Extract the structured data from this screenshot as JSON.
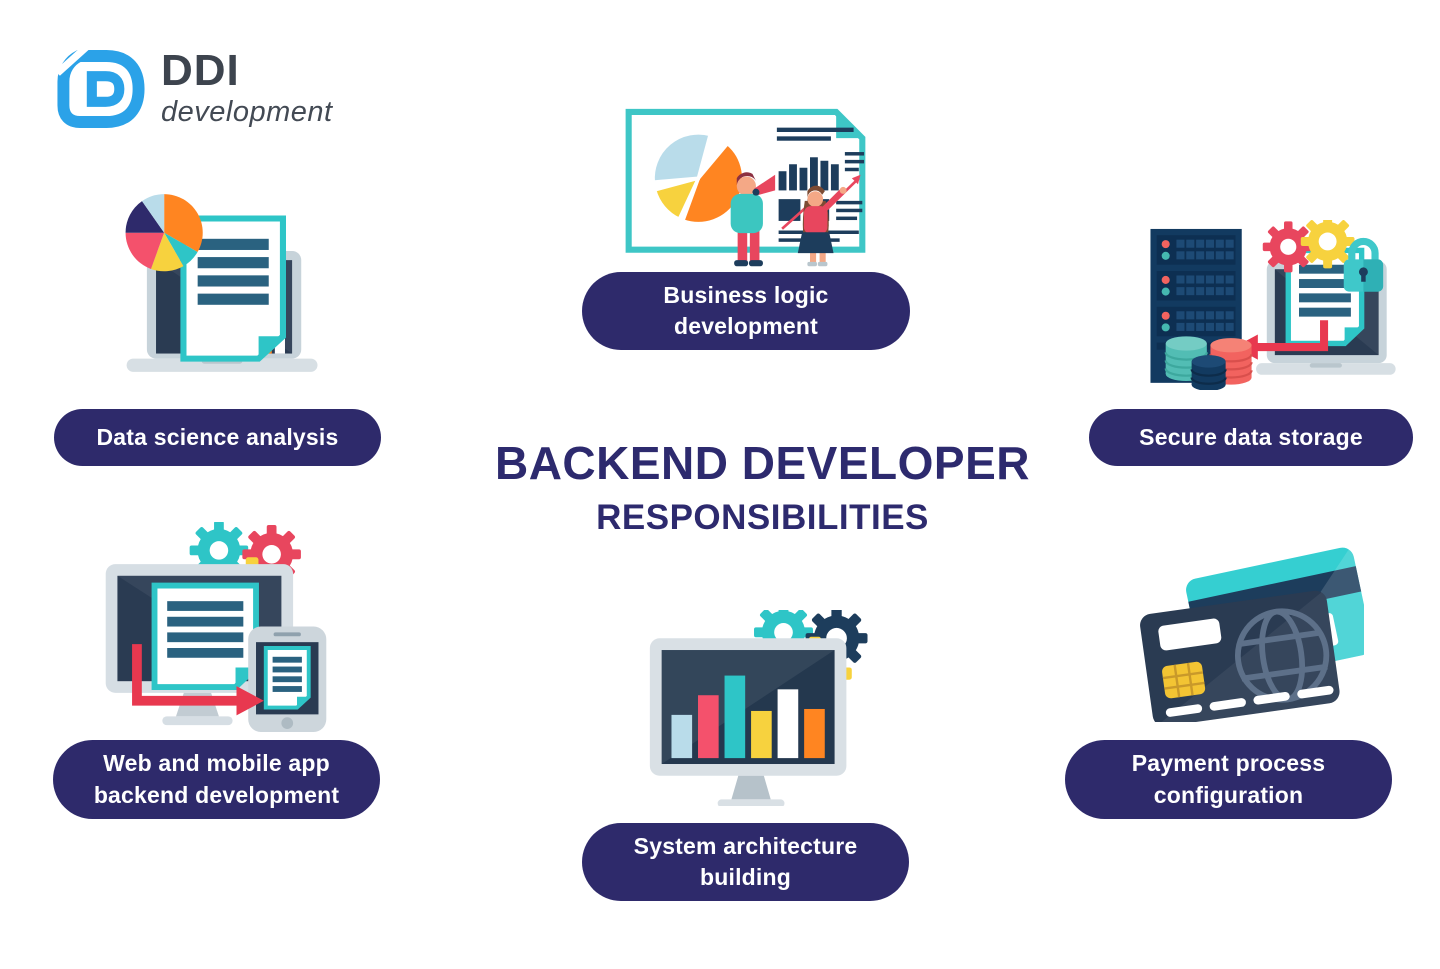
{
  "logo": {
    "brand": "DDI",
    "subtitle": "development"
  },
  "title": {
    "line1": "BACKEND DEVELOPER",
    "line2": "RESPONSIBILITIES"
  },
  "items": [
    {
      "id": "data-science-analysis",
      "label": "Data science analysis",
      "lines": [
        "Data science analysis"
      ],
      "illustration": "laptop with pie chart, document and bar chart"
    },
    {
      "id": "business-logic-development",
      "label": "Business logic development",
      "lines": [
        "Business logic",
        "development"
      ],
      "illustration": "two presenters at a whiteboard with pie and bar charts"
    },
    {
      "id": "secure-data-storage",
      "label": "Secure data storage",
      "lines": [
        "Secure data storage"
      ],
      "illustration": "server rack, databases, laptop document, gears and padlock"
    },
    {
      "id": "web-and-mobile-app-backend-development",
      "label": "Web and mobile app backend development",
      "lines": [
        "Web and mobile app",
        "backend development"
      ],
      "illustration": "desktop monitor and smartphone with documents, gears and arrow"
    },
    {
      "id": "system-architecture-building",
      "label": "System architecture building",
      "lines": [
        "System architecture",
        "building"
      ],
      "illustration": "monitor with bar chart and gears"
    },
    {
      "id": "payment-process-configuration",
      "label": "Payment process configuration",
      "lines": [
        "Payment process",
        "configuration"
      ],
      "illustration": "two credit cards with chip and globe"
    }
  ],
  "colors": {
    "pill_navy": "#2e2a6b",
    "title_navy": "#2d2a6e",
    "logo_blue": "#2ba2e8",
    "teal": "#2ec5c7",
    "red": "#e8465e",
    "pink": "#f4516c",
    "orange": "#ff8521",
    "yellow": "#f7d23e",
    "dark_navy": "#2a3b52",
    "server_navy": "#123a60",
    "light_blue": "#b9dcea",
    "doc_line_slate": "#2a6280",
    "frame_gray": "#d6dee4",
    "background": "#ffffff"
  }
}
